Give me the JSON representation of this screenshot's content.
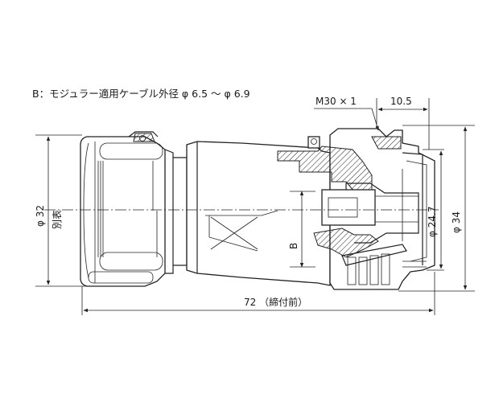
{
  "note": "B：モジュラー適用ケーブル外径 φ 6.5 ～ φ 6.9",
  "dimensions": {
    "thread": "M30 × 1",
    "thread_len": "10.5",
    "overall": "72 （締付前）",
    "left_dia": "φ 32",
    "left_note": "別表",
    "inner_dia": "φ 24.7",
    "outer_dia": "φ 34",
    "b_label": "B"
  }
}
